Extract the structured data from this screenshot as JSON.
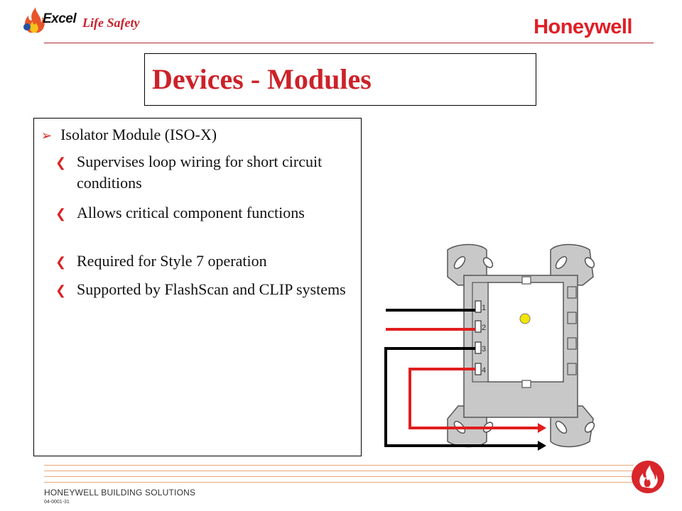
{
  "header": {
    "logo_brand": "Excel",
    "logo_tagline": "Life Safety",
    "company": "Honeywell"
  },
  "slide": {
    "title": "Devices - Modules",
    "main_bullet": "Isolator Module (ISO-X)",
    "sub_bullets": [
      "Supervises loop wiring for short circuit conditions",
      "Allows critical component functions",
      "Required for Style 7 operation",
      "Supported by FlashScan and CLIP systems"
    ]
  },
  "diagram": {
    "terminals": [
      "1",
      "2",
      "3",
      "4"
    ],
    "wire_colors": {
      "black": "#000000",
      "red": "#e01e1e"
    },
    "module_color": "#c8c8c8",
    "led_color": "#f2e600"
  },
  "footer": {
    "org": "HONEYWELL BUILDING SOLUTIONS",
    "code": "04-0001-31"
  },
  "colors": {
    "title": "#cc2229",
    "accent": "#e01e25",
    "footer_rule": "#e5a878"
  }
}
